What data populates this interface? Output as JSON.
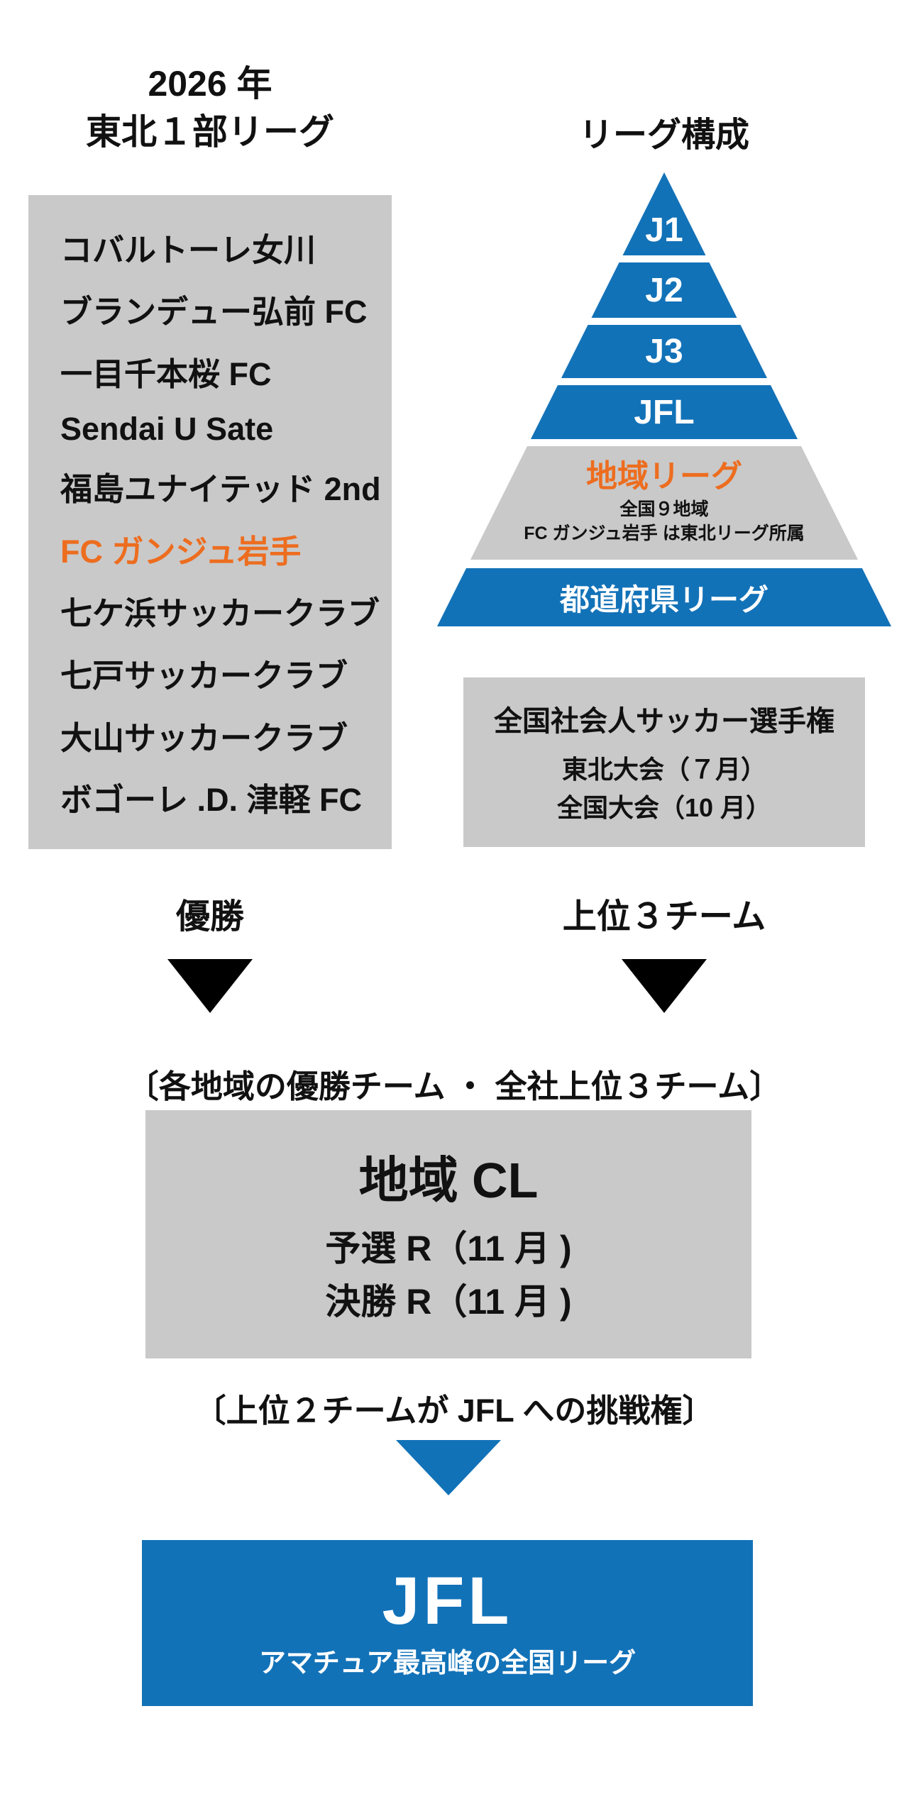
{
  "left_panel": {
    "title_line1": "2026 年",
    "title_line2": "東北１部リーグ",
    "teams": [
      "コバルトーレ女川",
      "ブランデュー弘前 FC",
      "一目千本桜 FC",
      "Sendai U Sate",
      "福島ユナイテッド 2nd",
      "FC ガンジュ岩手",
      "七ケ浜サッカークラブ",
      "七戸サッカークラブ",
      "大山サッカークラブ",
      "ボゴーレ .D. 津軽 FC"
    ],
    "highlighted_team": "FC ガンジュ岩手"
  },
  "pyramid": {
    "title": "リーグ構成",
    "tiers": [
      "J1",
      "J2",
      "J3",
      "JFL"
    ],
    "regional_label": "地域リーグ",
    "regional_note1": "全国９地域",
    "regional_note2": "FC ガンジュ岩手 は東北リーグ所属",
    "prefectural": "都道府県リーグ"
  },
  "shakaijin": {
    "title": "全国社会人サッカー選手権",
    "rounds": [
      "東北大会（７月）",
      "全国大会（10 月）"
    ]
  },
  "flow": {
    "champion_label": "優勝",
    "top3_label": "上位３チーム",
    "qualifier_note": "〔各地域の優勝チーム ・ 全社上位３チーム〕",
    "promotion_note": "〔上位２チームが JFL への挑戦権〕"
  },
  "regional_cl": {
    "title": "地域 CL",
    "rounds": [
      "予選 R（11 月 )",
      "決勝 R（11 月 )"
    ]
  },
  "jfl": {
    "title": "JFL",
    "subtitle": "アマチュア最高峰の全国リーグ"
  },
  "colors": {
    "blue": "#1272b8",
    "orange": "#ed6d1f",
    "gray": "#c9c9c9",
    "black": "#000000"
  }
}
